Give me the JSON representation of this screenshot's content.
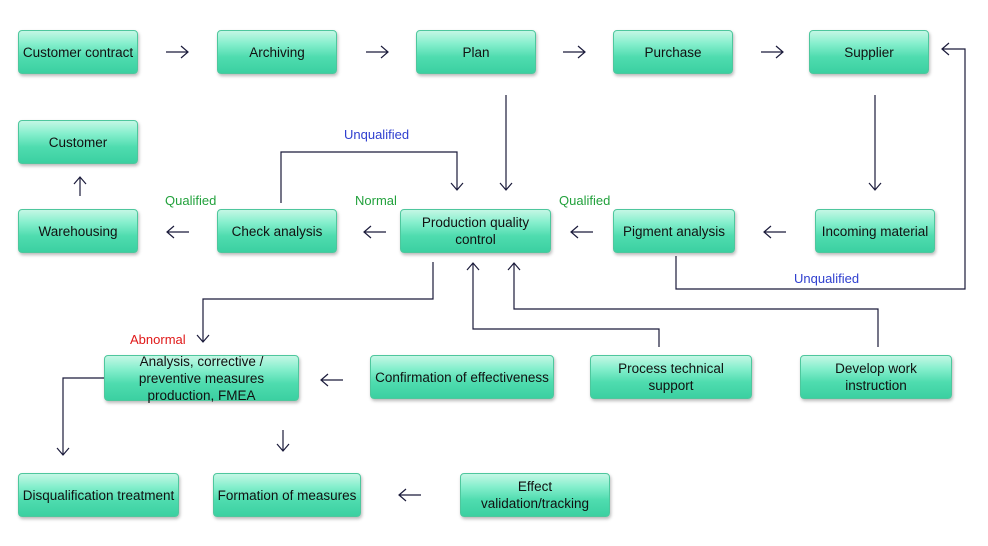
{
  "nodes": {
    "customer_contract": "Customer contract",
    "archiving": "Archiving",
    "plan": "Plan",
    "purchase": "Purchase",
    "supplier": "Supplier",
    "customer": "Customer",
    "warehousing": "Warehousing",
    "check_analysis": "Check analysis",
    "production_quality_control": "Production quality control",
    "pigment_analysis": "Pigment analysis",
    "incoming_material": "Incoming material",
    "analysis_corrective": "Analysis, corrective / preventive measures production, FMEA",
    "confirmation_of_effectiveness": "Confirmation of effectiveness",
    "process_technical_support": "Process technical support",
    "develop_work_instruction": "Develop work instruction",
    "disqualification_treatment": "Disqualification treatment",
    "formation_of_measures": "Formation of measures",
    "effect_validation": "Effect validation/tracking"
  },
  "labels": {
    "unqualified_top": "Unqualified",
    "qualified_left": "Qualified",
    "normal": "Normal",
    "qualified_right": "Qualified",
    "unqualified_right": "Unqualified",
    "abnormal": "Abnormal"
  },
  "colors": {
    "box_top": "#c4f7e5",
    "box_bottom": "#3bd0a1",
    "box_border": "#4ec79d",
    "line": "#1a1a3a",
    "label_blue": "#2f3fcf",
    "label_green": "#22a13c",
    "label_red": "#e01818"
  }
}
